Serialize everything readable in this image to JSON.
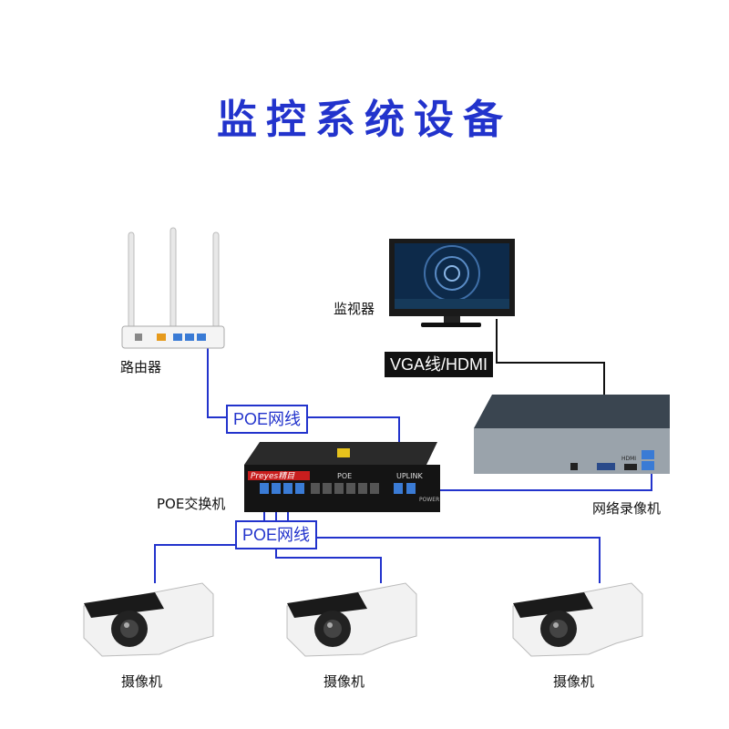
{
  "title": "监控系统设备",
  "labels": {
    "router": "路由器",
    "monitor": "监视器",
    "switch": "POE交换机",
    "nvr": "网络录像机",
    "camera1": "摄像机",
    "camera2": "摄像机",
    "camera3": "摄像机"
  },
  "cables": {
    "poe_top": "POE网线",
    "poe_bottom": "POE网线",
    "vga": "VGA线/HDMI"
  },
  "switch_panel": {
    "brand": "Preyes精目",
    "poe": "POE",
    "uplink": "UPLINK",
    "power": "POWER"
  },
  "nvr_panel": {
    "hdmi": "HDMI"
  },
  "colors": {
    "title": "#2233cc",
    "cable": "#2233cc",
    "switch_red": "#c81e1e"
  }
}
